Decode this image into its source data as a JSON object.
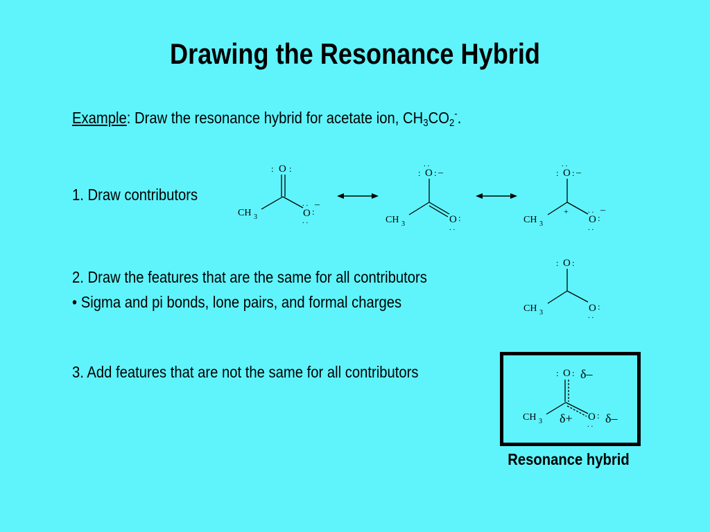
{
  "slide": {
    "title": "Drawing the Resonance Hybrid",
    "example": {
      "label": "Example",
      "text_before": ": Draw the resonance hybrid for acetate ion, CH",
      "sub1": "3",
      "text_mid": "CO",
      "sub2": "2",
      "sup": "-",
      "text_end": "."
    },
    "steps": [
      {
        "text": "1. Draw contributors"
      },
      {
        "text": "2. Draw the features that are the same for all contributors"
      },
      {
        "text": "3. Add features that are not the same for all contributors"
      }
    ],
    "bullet": {
      "mark": "•",
      "text": "Sigma and pi bonds, lone pairs, and formal charges"
    },
    "caption": "Resonance hybrid"
  },
  "chem": {
    "ch": "CH",
    "three": "3",
    "o": "O",
    "colon": ":",
    "dots": ". .",
    "minus": "–",
    "plus": "+",
    "delta_minus": "δ–",
    "delta_plus": "δ+"
  },
  "colors": {
    "background": "#5ff4fb",
    "ink": "#000000"
  }
}
